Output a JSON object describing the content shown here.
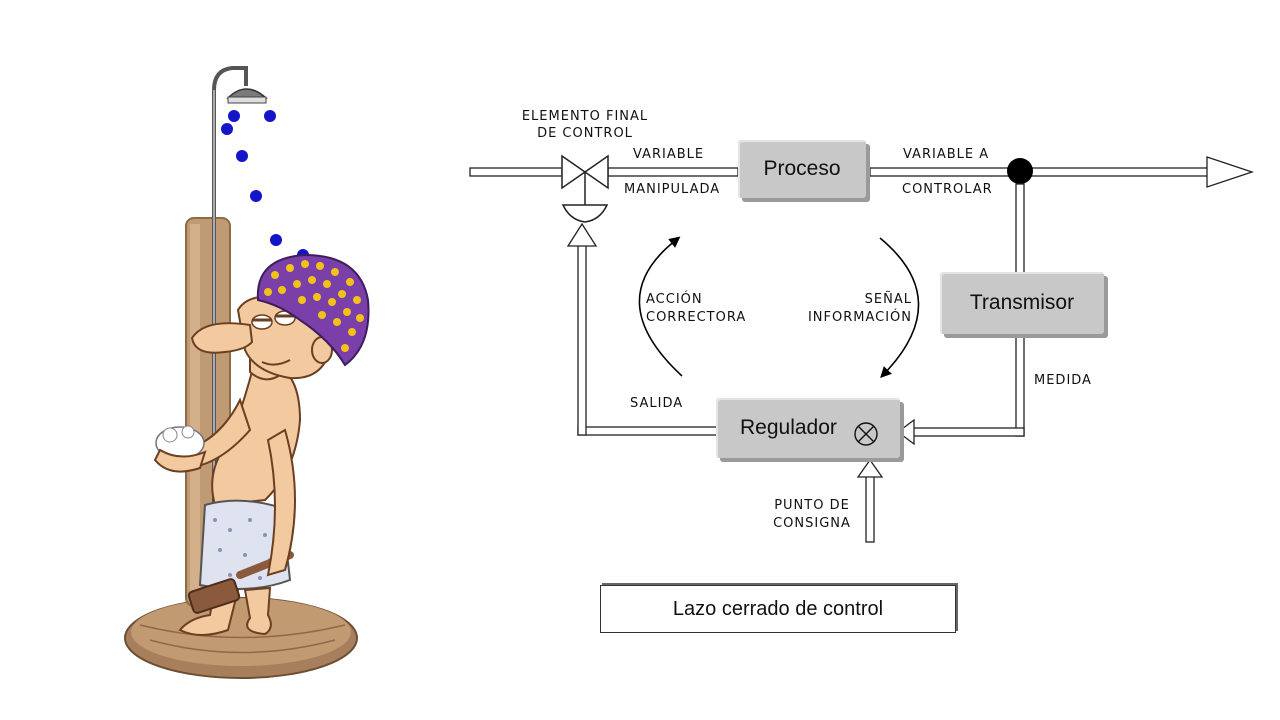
{
  "diagram": {
    "labels": {
      "final_element_line1": "ELEMENTO FINAL",
      "final_element_line2": "DE CONTROL",
      "manipulated_line1": "VARIABLE",
      "manipulated_line2": "MANIPULADA",
      "controlled_line1": "VARIABLE A",
      "controlled_line2": "CONTROLAR",
      "corrective_line1": "ACCIÓN",
      "corrective_line2": "CORRECTORA",
      "signal_line1": "SEÑAL",
      "signal_line2": "INFORMACIÓN",
      "output": "SALIDA",
      "measure": "MEDIDA",
      "setpoint_line1": "PUNTO DE",
      "setpoint_line2": "CONSIGNA"
    },
    "blocks": {
      "process": "Proceso",
      "transmitter": "Transmisor",
      "controller": "Regulador"
    },
    "caption": "Lazo cerrado de control",
    "colors": {
      "block_fill": "#c8c8c8",
      "water_drop": "#1414c8",
      "cap_fill": "#7a3fa8",
      "cap_dots": "#f2c21a",
      "skin": "#f3c9a0",
      "wood": "#b48a63"
    }
  }
}
